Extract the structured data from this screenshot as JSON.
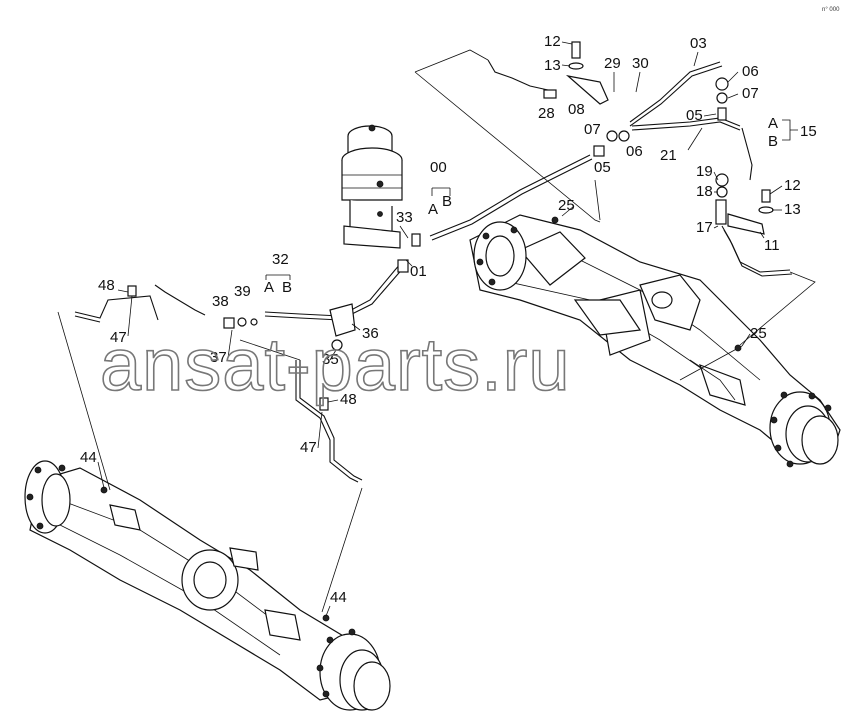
{
  "corner_mark": "n° 000",
  "watermark": "ansat-parts.ru",
  "callouts": {
    "c00": "00",
    "c01": "01",
    "c03": "03",
    "c05a": "05",
    "c05b": "05",
    "c06a": "06",
    "c06b": "06",
    "c07a": "07",
    "c07b": "07",
    "c08": "08",
    "c11": "11",
    "c12a": "12",
    "c12b": "12",
    "c13a": "13",
    "c13b": "13",
    "c15": "15",
    "c17": "17",
    "c18": "18",
    "c19": "19",
    "c21": "21",
    "c25a": "25",
    "c25b": "25",
    "c28": "28",
    "c29": "29",
    "c30": "30",
    "c32": "32",
    "c33": "33",
    "c35": "35",
    "c36": "36",
    "c37": "37",
    "c38": "38",
    "c39": "39",
    "c44a": "44",
    "c44b": "44",
    "c47a": "47",
    "c47b": "47",
    "c48a": "48",
    "c48b": "48",
    "port_a1": "A",
    "port_b1": "B",
    "port_a2": "A",
    "port_b2": "B",
    "port_a3": "A",
    "port_b3": "B"
  }
}
